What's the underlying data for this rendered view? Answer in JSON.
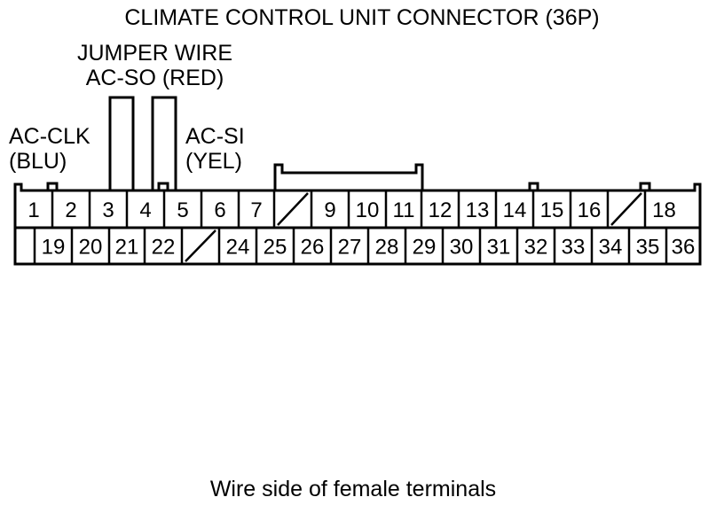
{
  "title": "CLIMATE CONTROL UNIT CONNECTOR (36P)",
  "jumper_wire": {
    "line1": "JUMPER WIRE",
    "line2": "AC-SO (RED)"
  },
  "left_label": {
    "line1": "AC-CLK",
    "line2": "(BLU)"
  },
  "right_label": {
    "line1": "AC-SI",
    "line2": "(YEL)"
  },
  "caption": "Wire side of female terminals",
  "top_row": [
    {
      "label": "1"
    },
    {
      "label": "2"
    },
    {
      "label": "3"
    },
    {
      "label": "4"
    },
    {
      "label": "5"
    },
    {
      "label": "6"
    },
    {
      "label": "7"
    },
    {
      "label": ""
    },
    {
      "label": "9"
    },
    {
      "label": "10"
    },
    {
      "label": "11"
    },
    {
      "label": "12"
    },
    {
      "label": "13"
    },
    {
      "label": "14"
    },
    {
      "label": "15"
    },
    {
      "label": "16"
    },
    {
      "label": ""
    },
    {
      "label": "18"
    }
  ],
  "bottom_row": [
    {
      "label": ""
    },
    {
      "label": "19"
    },
    {
      "label": "20"
    },
    {
      "label": "21"
    },
    {
      "label": "22"
    },
    {
      "label": ""
    },
    {
      "label": "24"
    },
    {
      "label": "25"
    },
    {
      "label": "26"
    },
    {
      "label": "27"
    },
    {
      "label": "28"
    },
    {
      "label": "29"
    },
    {
      "label": "30"
    },
    {
      "label": "31"
    },
    {
      "label": "32"
    },
    {
      "label": "33"
    },
    {
      "label": "34"
    },
    {
      "label": "35"
    },
    {
      "label": "36"
    }
  ]
}
